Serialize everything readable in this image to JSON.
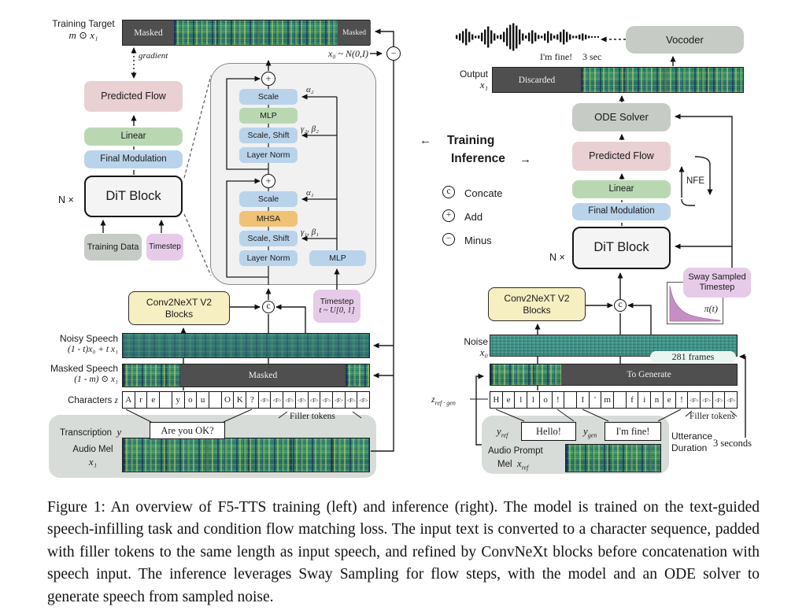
{
  "colors": {
    "pink": "#e9d0d2",
    "green": "#b9d8b2",
    "blue": "#b9d3eb",
    "orange": "#f0c276",
    "gray": "#c6cbc6",
    "purple": "#e6cbe9",
    "yellow": "#f6efc2",
    "dark_mask": "#4f4f4f",
    "panel_gray": "#d8dcd8"
  },
  "symbols": {
    "concat": "c",
    "add": "+",
    "minus": "−"
  },
  "training": {
    "target_label": "Training Target",
    "target_math": "m ⊙ x₁",
    "masked_left": "Masked",
    "masked_right": "Masked",
    "masked_center": "Masked",
    "gradient_label": "gradient",
    "noise_init_math": "x₀ ~ N(0,I)",
    "predicted_flow": "Predicted Flow",
    "linear": "Linear",
    "final_modulation": "Final Modulation",
    "dit_block": "DiT Block",
    "n_times": "N ×",
    "training_data": "Training Data",
    "timestep": "Timestep",
    "conv_line1": "Conv2NeXT V2",
    "conv_line2": "Blocks",
    "timestep_line1": "Timestep",
    "timestep_line2": "t ~ U[0, 1]",
    "noisy_label": "Noisy Speech",
    "noisy_math": "(1 - t)x₀ + t x₁",
    "maskedsp_label": "Masked Speech",
    "maskedsp_math": "(1 - m) ⊙ x₁",
    "characters_label": "Characters",
    "characters_math": "z",
    "char_cells": [
      "A",
      "r",
      "e",
      "",
      "y",
      "o",
      "u",
      "",
      "O",
      "K",
      "?",
      "<F>",
      "<F>",
      "<F>",
      "<F>",
      "<F>",
      "<F>",
      "<F>",
      "<F>",
      "<F>"
    ],
    "filler_label": "Filler tokens",
    "transcription_label": "Transcription",
    "transcription_math": "y",
    "transcription_value": "Are you OK?",
    "audio_mel_label": "Audio Mel",
    "audio_mel_math": "x₁"
  },
  "dit_detail": {
    "scale_top": "Scale",
    "mlp_top": "MLP",
    "scale_shift_top": "Scale, Shift",
    "layer_norm_top": "Layer Norm",
    "scale_bottom": "Scale",
    "mhsa": "MHSA",
    "scale_shift_bottom": "Scale, Shift",
    "layer_norm_bottom": "Layer Norm",
    "mlp_right": "MLP",
    "alpha2": "α₂",
    "gamma_beta2": "γ₂, β₂",
    "alpha1": "α₁",
    "gamma_beta1": "γ₁, β₁"
  },
  "center": {
    "training_arrow": "←",
    "training_label": "Training",
    "inference_label": "Inference",
    "inference_arrow": "→",
    "legend": [
      {
        "symbol": "c",
        "label": "Concate"
      },
      {
        "symbol": "+",
        "label": "Add"
      },
      {
        "symbol": "−",
        "label": "Minus"
      }
    ]
  },
  "inference": {
    "speech_text": "I'm fine!",
    "speech_duration": "3 sec",
    "vocoder": "Vocoder",
    "output_label": "Output",
    "output_math": "x₁",
    "discarded": "Discarded",
    "ode_solver": "ODE Solver",
    "predicted_flow": "Predicted Flow",
    "linear": "Linear",
    "final_modulation": "Final Modulation",
    "dit_block": "DiT Block",
    "n_times": "N ×",
    "nfe": "NFE",
    "conv_line1": "Conv2NeXT V2",
    "conv_line2": "Blocks",
    "sway_line1": "Sway Sampled",
    "sway_line2": "Timestep",
    "pi_label": "π(t)",
    "noise_label": "Noise",
    "noise_math": "x₀",
    "frames_label": "281 frames",
    "to_generate": "To Generate",
    "z_main": "z",
    "z_sub": "ref · gen",
    "char_cells": [
      "H",
      "e",
      "l",
      "l",
      "o",
      "!",
      "",
      "I",
      "'",
      "m",
      "",
      "f",
      "i",
      "n",
      "e",
      "!",
      "<F>",
      "<F>",
      "<F>",
      "<F>"
    ],
    "filler_label": "Filler tokens",
    "y_ref_main": "y",
    "y_ref_sub": "ref",
    "y_ref_value": "Hello!",
    "y_gen_main": "y",
    "y_gen_sub": "gen",
    "y_gen_value": "I'm fine!",
    "audio_prompt_line1": "Audio Prompt",
    "audio_prompt_line2": "Mel",
    "audio_prompt_math": "x",
    "audio_prompt_sub": "ref",
    "utterance_line1": "Utterance",
    "utterance_line2": "Duration",
    "utterance_value": "3 seconds"
  },
  "caption": "Figure 1: An overview of F5-TTS training (left) and inference (right). The model is trained on the text-guided speech-infilling task and condition flow matching loss. The input text is converted to a character sequence, padded with filler tokens to the same length as input speech, and refined by ConvNeXt blocks before concatenation with speech input. The inference leverages Sway Sampling for flow steps, with the model and an ODE solver to generate speech from sampled noise."
}
